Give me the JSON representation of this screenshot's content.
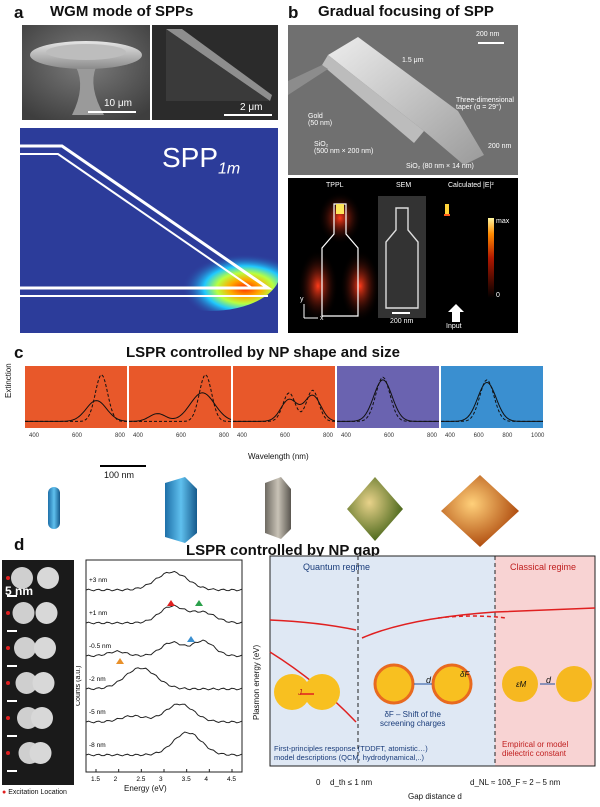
{
  "panel_a": {
    "label": "a",
    "title": "WGM mode of SPPs",
    "scale_left": "10 μm",
    "scale_right": "2 μm",
    "mode_label_main": "SPP",
    "mode_label_sub": "1m"
  },
  "panel_b": {
    "label": "b",
    "title": "Gradual focusing of SPP",
    "sem_scale": "200 nm",
    "annotations": {
      "length": "1.5 μm",
      "gold": "Gold\n(50 nm)",
      "sio2_a": "SiO₂\n(500 nm × 200 nm)",
      "taper": "Three-dimensional\ntaper (α = 29°)",
      "tip": "200 nm",
      "sio2_b": "SiO₂ (80 nm × 14 nm)"
    },
    "sub_labels": [
      "TPPL",
      "SEM",
      "Calculated |E|²"
    ],
    "colorbar_max": "max",
    "colorbar_min": "0",
    "bottom_scale": "200 nm",
    "input_label": "Input",
    "axis_x": "x",
    "axis_y": "y"
  },
  "panel_c": {
    "label": "c",
    "title": "LSPR controlled by NP shape and size",
    "ylabel": "Extinction",
    "xlabel": "Wavelength (nm)",
    "scale_bar": "100 nm",
    "tick_labels": [
      [
        "400",
        "600",
        "800"
      ],
      [
        "400",
        "600",
        "800"
      ],
      [
        "400",
        "600",
        "800"
      ],
      [
        "400",
        "600",
        "800"
      ],
      [
        "400",
        "600",
        "800",
        "1000"
      ]
    ],
    "chart_colors": [
      "#e8582a",
      "#e8582a",
      "#e8582a",
      "#6a63b0",
      "#3a8fd0"
    ]
  },
  "panel_d": {
    "label": "d",
    "title": "LSPR controlled by NP gap",
    "tem_scale": "5 nm",
    "excitation": "Excitation Location",
    "spectra_ylabel": "Counts (a.u.)",
    "spectra_xlabel": "Energy (eV)",
    "spectra_ticks": [
      "1.5",
      "2",
      "2.5",
      "3",
      "3.5",
      "4",
      "4.5"
    ],
    "gap_labels": [
      "+3 nm",
      "+1 nm",
      "-0.5 nm",
      "-2 nm",
      "-5 nm",
      "-8 nm"
    ],
    "regimes": {
      "quantum": "Quantum regime",
      "classical": "Classical regime",
      "ylabel": "Plasmon energy (eV)",
      "xlabel": "Gap distance d",
      "x_ticks": [
        "0",
        "d_th ≤ 1 nm",
        "d_NL ≈ 10δ_F ≈ 2 – 5 nm"
      ],
      "current": "J",
      "d_label": "d",
      "delta": "δF",
      "epsilon": "εM",
      "shift_text": "δF – Shift of the\nscreening charges",
      "first_principles": "First-principles response (TDDFT, atomistic…)\nmodel descriptions (QCM, hydrodynamical,..)",
      "empirical": "Empirical or model\ndielectric constant"
    }
  }
}
